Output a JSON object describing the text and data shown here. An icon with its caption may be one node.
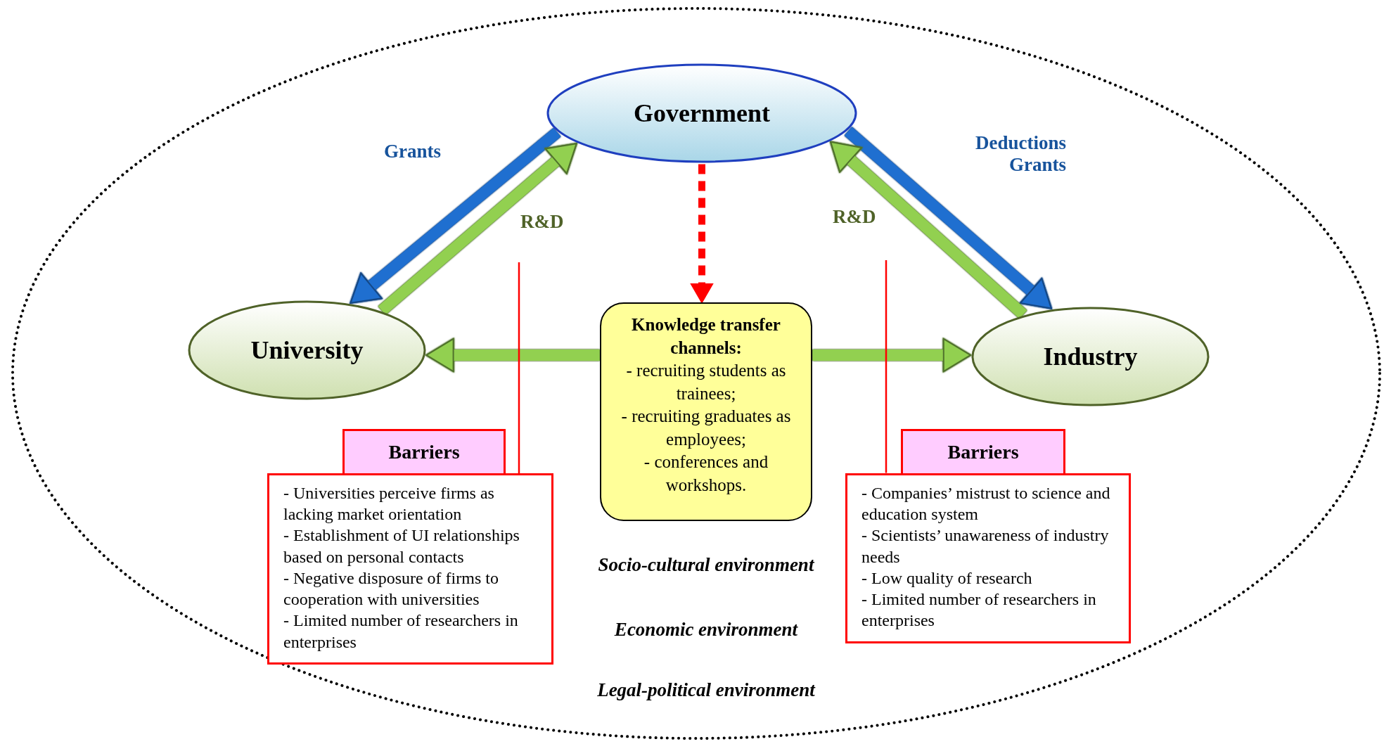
{
  "diagram": {
    "nodes": [
      {
        "text": [
          "Government"
        ]
      },
      {
        "text": [
          "University"
        ]
      },
      {
        "text": [
          "Industry"
        ]
      },
      {
        "text": [
          "Knowledge transfer channels:",
          "- recruiting students as trainees;",
          "- recruiting graduates as employees;",
          "- conferences and workshops."
        ]
      },
      {
        "text": [
          "Barriers",
          "- Universities perceive firms as lacking market orientation",
          "- Establishment of UI relationships based on personal contacts",
          "- Negative disposure of firms to cooperation with universities",
          "- Limited number of researchers in enterprises"
        ]
      },
      {
        "text": [
          "Barriers",
          "- Companies’ mistrust to science and education system",
          "- Scientists’ unawareness of industry needs",
          "- Low quality of research",
          "- Limited number of researchers in enterprises"
        ]
      }
    ],
    "edges": [
      {
        "from": 0,
        "to": 1,
        "arrow": "to",
        "label": "Grants",
        "color": "#1f6fd0"
      },
      {
        "from": 1,
        "to": 0,
        "arrow": "to",
        "label": "R&D"
      },
      {
        "from": 0,
        "to": 2,
        "arrow": "to",
        "label": "Deductions Grants",
        "color": "#1f6fd0"
      },
      {
        "from": 2,
        "to": 0,
        "arrow": "to",
        "label": "R&D"
      },
      {
        "from": 0,
        "to": 3,
        "arrow": "to",
        "style": "dashed",
        "color": "#ff0000"
      },
      {
        "from": 3,
        "to": 1,
        "arrow": "to"
      },
      {
        "from": 3,
        "to": 2,
        "arrow": "to"
      },
      {
        "from": 4,
        "to": null,
        "arrow": "none",
        "color": "#ff0000"
      },
      {
        "from": 5,
        "to": null,
        "arrow": "none",
        "color": "#ff0000"
      }
    ],
    "labels": [
      "Socio-cultural environment",
      "Economic environment",
      "Legal-political environment"
    ]
  }
}
